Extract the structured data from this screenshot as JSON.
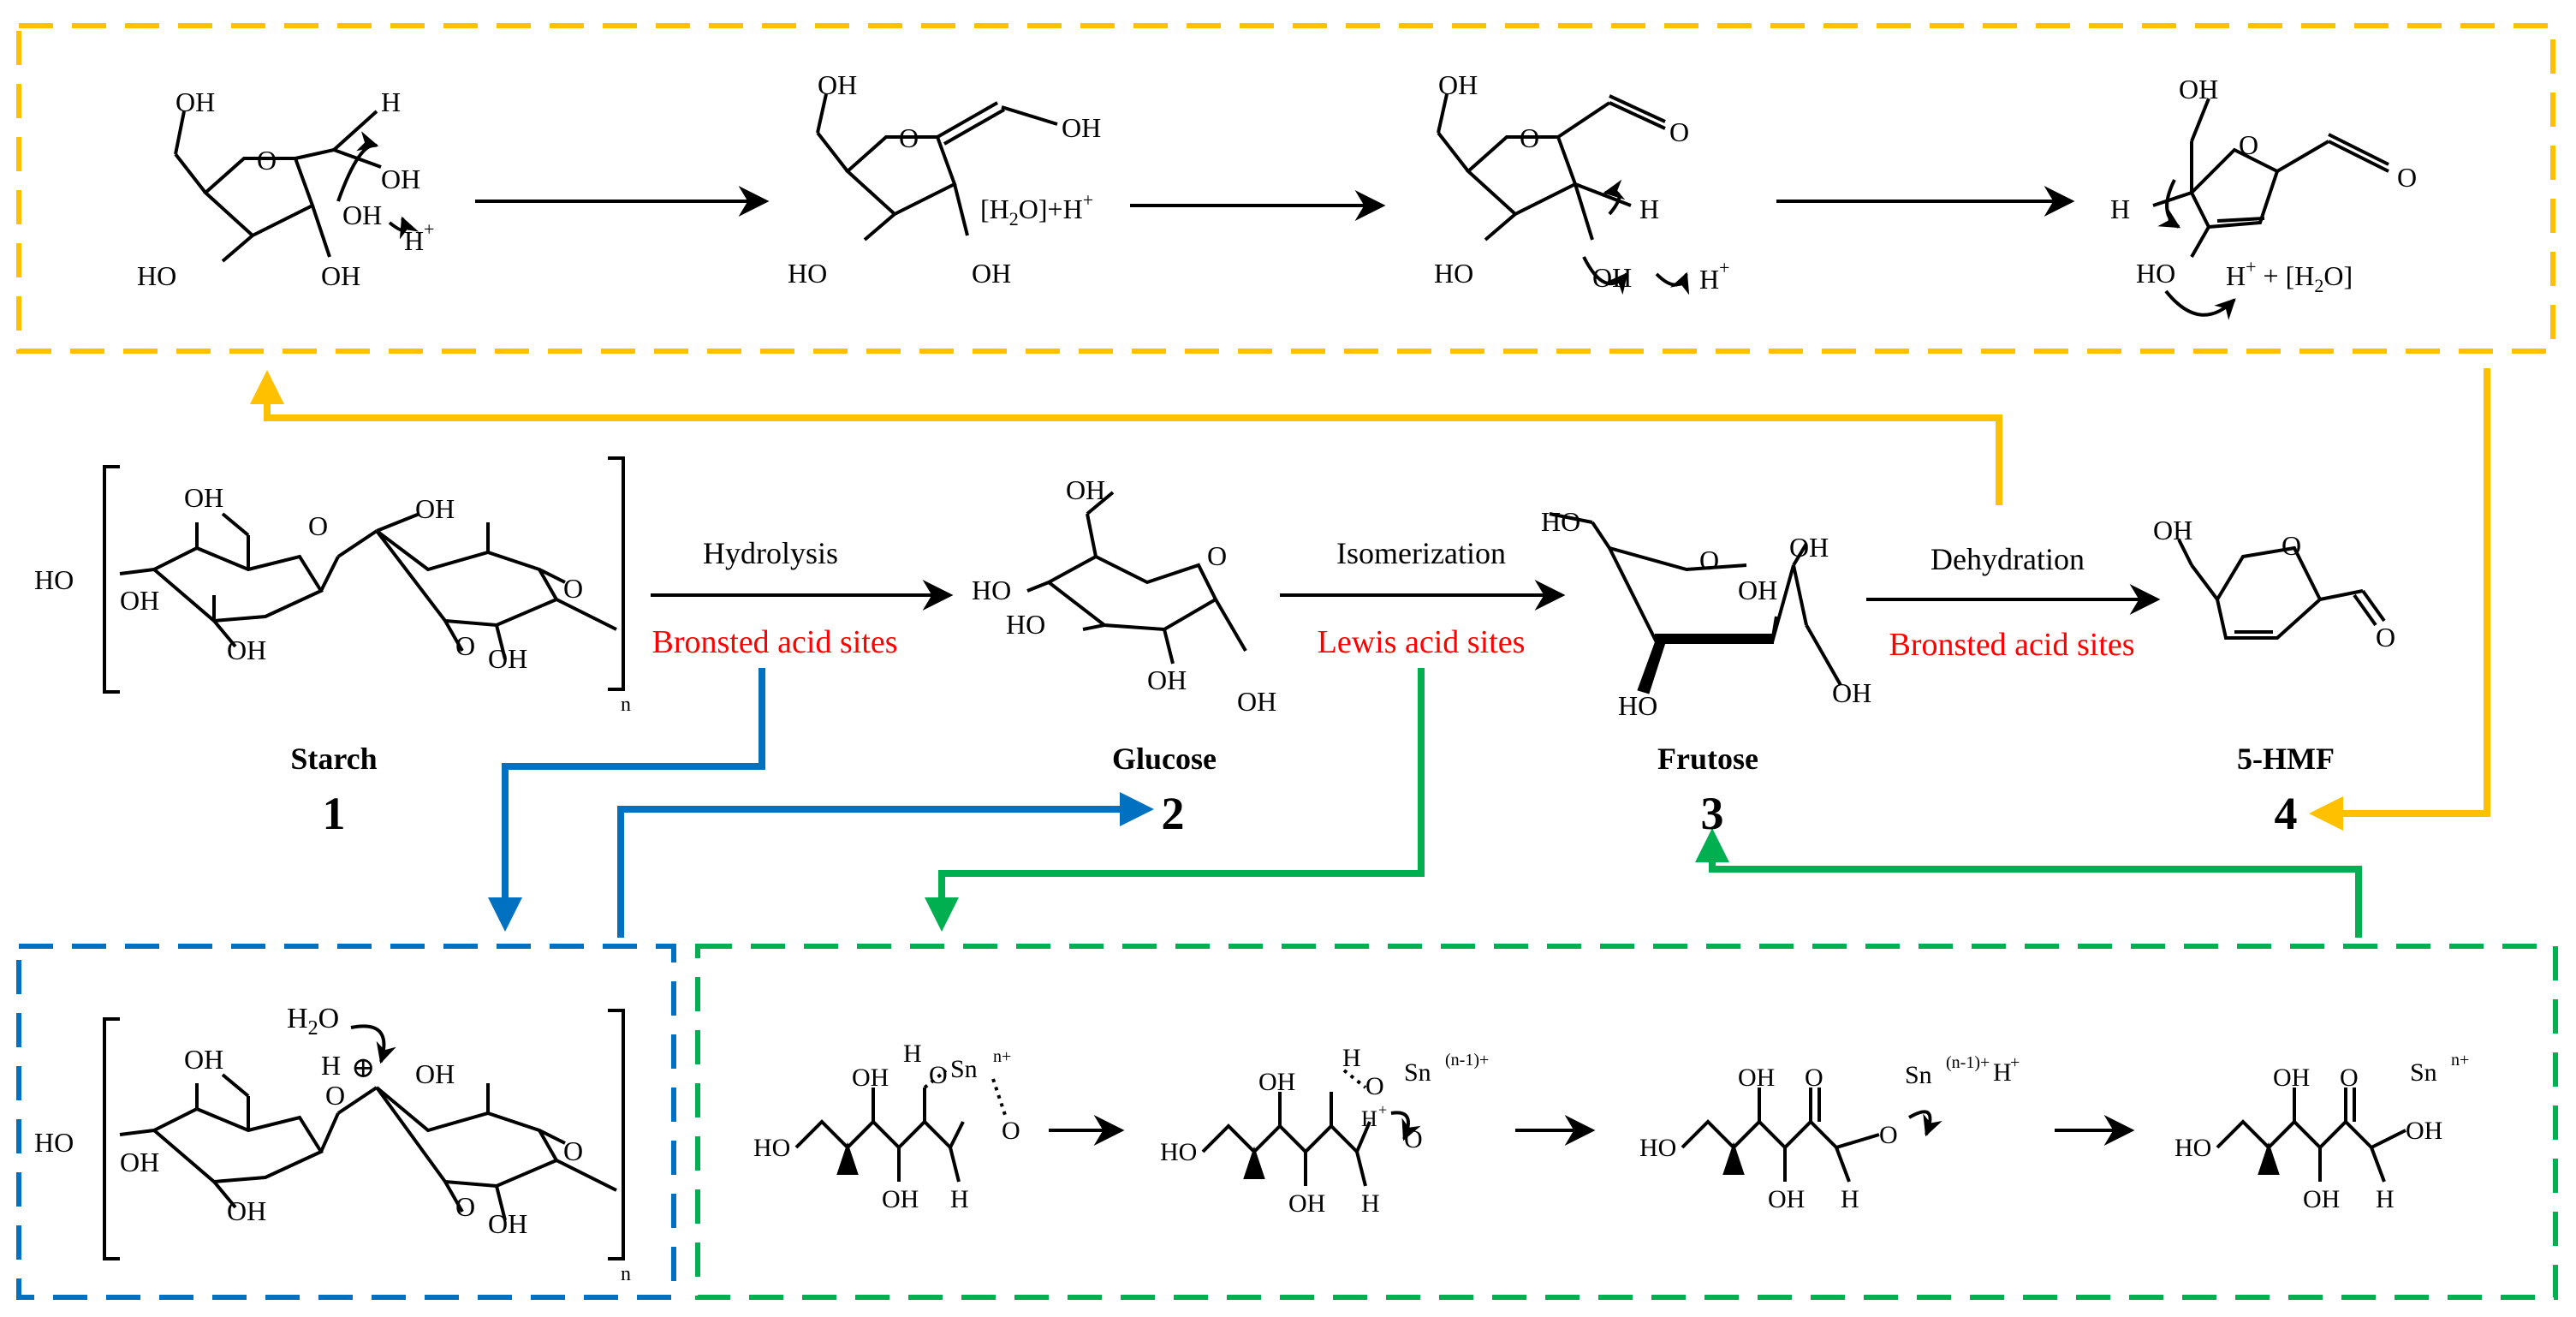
{
  "colors": {
    "orange": "#FFC000",
    "blue": "#0070C0",
    "green": "#00B050",
    "red": "#FF0000",
    "black": "#000000"
  },
  "steps": {
    "hydrolysis": {
      "label": "Hydrolysis",
      "catalyst": "Bronsted acid sites"
    },
    "isomerization": {
      "label": "Isomerization",
      "catalyst": "Lewis acid sites"
    },
    "dehydration": {
      "label": "Dehydration",
      "catalyst": "Bronsted acid sites"
    }
  },
  "compounds": [
    {
      "name": "Starch",
      "number": "1"
    },
    {
      "name": "Glucose",
      "number": "2"
    },
    {
      "name": "Frutose",
      "number": "3"
    },
    {
      "name": "5-HMF",
      "number": "4"
    }
  ],
  "subscript_n": "n",
  "chem": {
    "OH": "OH",
    "HO": "HO",
    "H": "H",
    "O": "O",
    "Hplus": "H",
    "plus": "+",
    "H2O": "H",
    "two": "2",
    "O_water": "O",
    "Sn": "Sn",
    "n_plus": "n+",
    "n_minus_plus": "(n-1)+",
    "n_minus_plus_H": "(n-1)+",
    "H_after": "H",
    "oplus": "⊕"
  },
  "icons": [
    "curved-arrow-icon",
    "reaction-arrow-icon",
    "bracket-icon"
  ]
}
